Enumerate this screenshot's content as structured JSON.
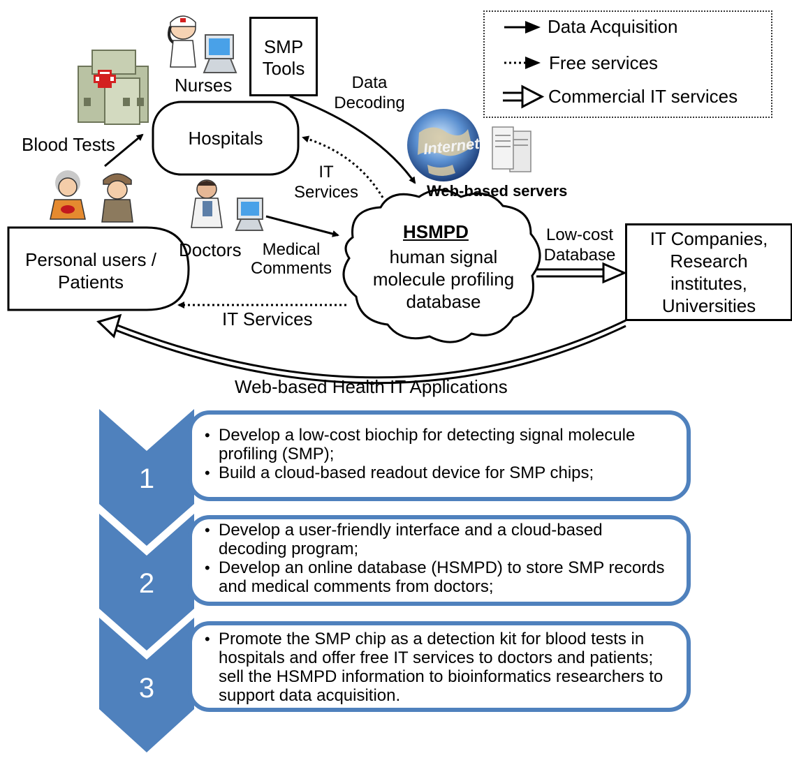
{
  "legend": {
    "solid": "Data Acquisition",
    "dotted": "Free services",
    "double": "Commercial IT services"
  },
  "nodes": {
    "smp_tools": "SMP\nTools",
    "nurses": "Nurses",
    "hospitals": "Hospitals",
    "blood_tests": "Blood Tests",
    "doctors": "Doctors",
    "patients": "Personal users /\nPatients",
    "hsmpd_title": "HSMPD",
    "hsmpd_desc": "human signal\nmolecule  profiling\ndatabase",
    "web_servers": "Web-based servers",
    "it_companies": "IT Companies,\nResearch\ninstitutes,\nUniversities",
    "internet_label": "Internet"
  },
  "edges": {
    "data_decoding": "Data\nDecoding",
    "it_services_top": "IT\nServices",
    "medical_comments": "Medical\nComments",
    "low_cost_db": "Low-cost\nDatabase",
    "it_services_bottom": "IT Services",
    "web_apps": "Web-based Health IT Applications"
  },
  "colors": {
    "step_fill": "#4f81bd",
    "step_border": "#4f81bd"
  },
  "steps": [
    {
      "number": "1",
      "items": [
        "Develop a low-cost biochip for detecting signal molecule  profiling (SMP);",
        "Build a cloud-based readout device for SMP chips;"
      ]
    },
    {
      "number": "2",
      "items": [
        "Develop a user-friendly interface and a cloud-based decoding program;",
        "Develop an online database (HSMPD) to store SMP records and medical comments from doctors;"
      ]
    },
    {
      "number": "3",
      "items": [
        "Promote the SMP chip as a detection kit for blood tests in hospitals and offer free IT services to doctors and patients; sell the HSMPD information to bioinformatics researchers to support data acquisition."
      ]
    }
  ]
}
